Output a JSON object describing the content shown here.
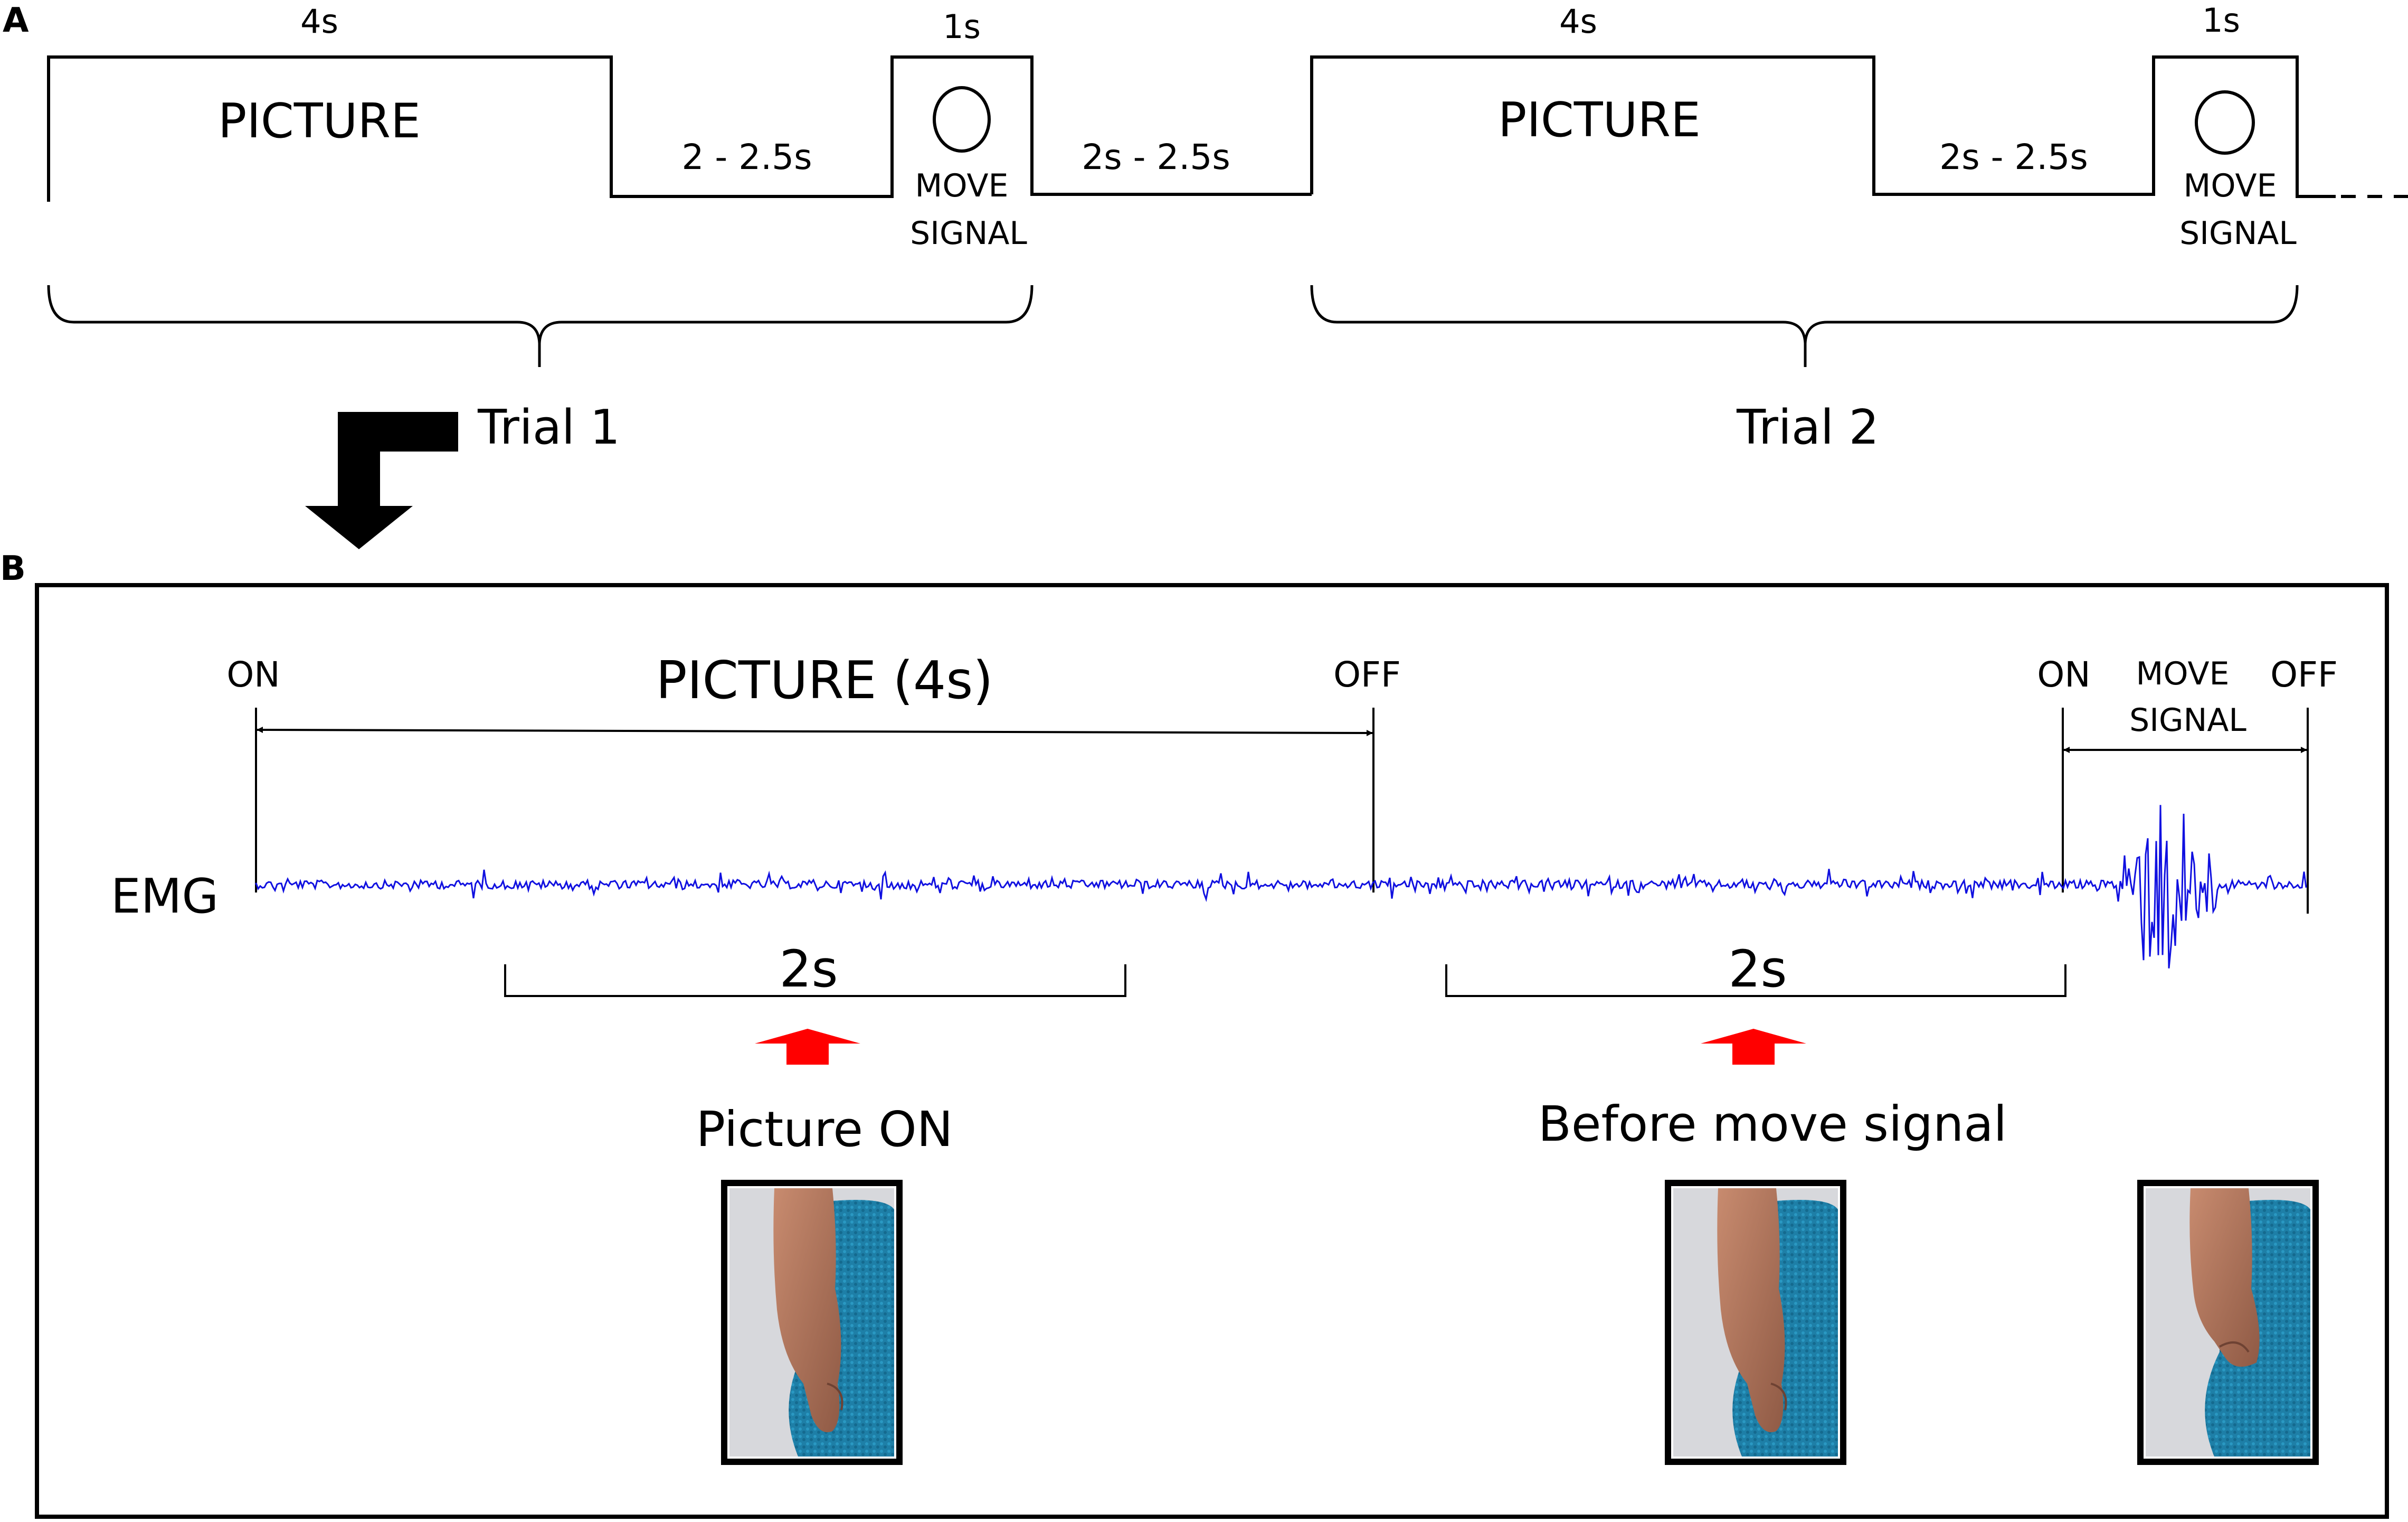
{
  "panel_a": {
    "label": "A",
    "trials": [
      {
        "picture_label": "PICTURE",
        "picture_duration": "4s",
        "gap1_duration": "2 - 2.5s",
        "signal_duration": "1s",
        "signal_label_1": "MOVE",
        "signal_label_2": "SIGNAL",
        "gap2_duration": "2s - 2.5s",
        "trial_label": "Trial 1"
      },
      {
        "picture_label": "PICTURE",
        "picture_duration": "4s",
        "gap1_duration": "2s - 2.5s",
        "signal_duration": "1s",
        "signal_label_1": "MOVE",
        "signal_label_2": "SIGNAL",
        "trial_label": "Trial 2"
      }
    ]
  },
  "panel_b": {
    "label": "B",
    "on_label_1": "ON",
    "picture_label": "PICTURE (4s)",
    "off_label_1": "OFF",
    "on_label_2": "ON",
    "move_signal_1": "MOVE",
    "move_signal_2": "SIGNAL",
    "off_label_2": "OFF",
    "emg_label": "EMG",
    "window_1_duration": "2s",
    "window_2_duration": "2s",
    "caption_1": "Picture ON",
    "caption_2": "Before move signal",
    "colors": {
      "emg": "#1010e0",
      "arrow": "#ff0000"
    }
  }
}
